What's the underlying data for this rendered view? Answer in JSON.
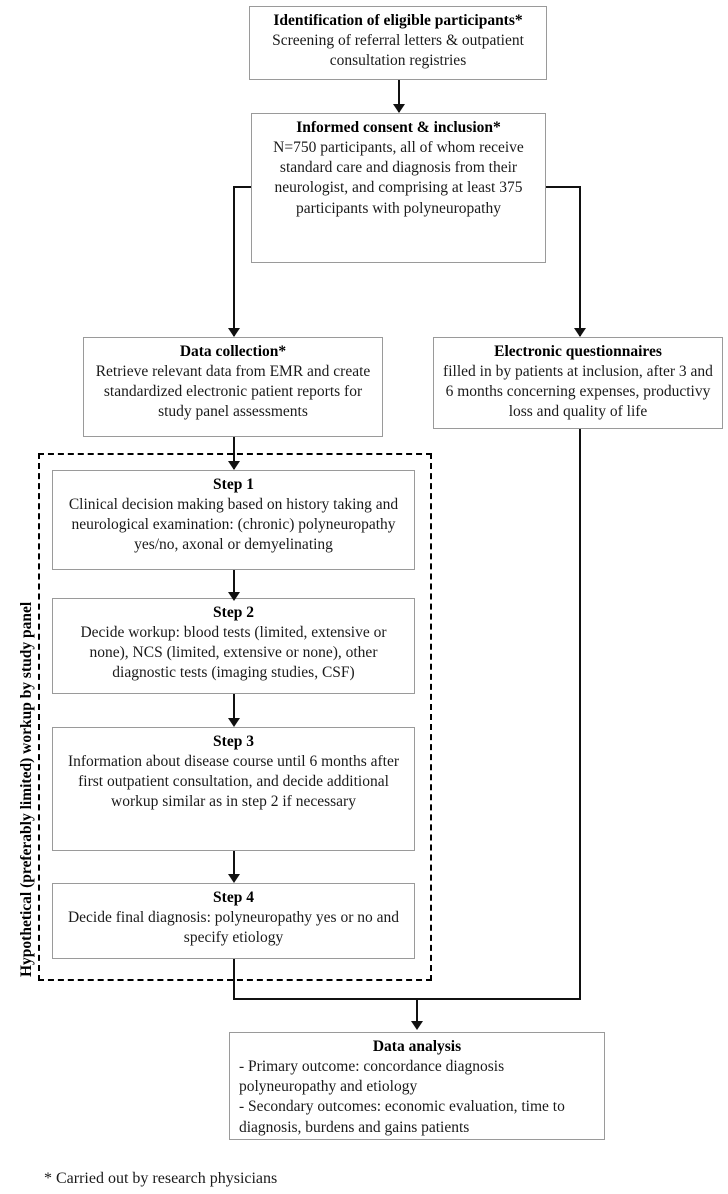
{
  "diagram": {
    "side_label": "Hypothetical (preferably limited) workup by study panel",
    "footnote": "* Carried out by research physicians",
    "colors": {
      "box_border": "#9a9a9a",
      "connector": "#111111",
      "dashed_border": "#000000",
      "background": "#ffffff",
      "text": "#1a1a1a"
    },
    "nodes": {
      "identification": {
        "title": "Identification of eligible participants*",
        "body": "Screening of referral letters & outpatient consultation registries"
      },
      "informed_consent": {
        "title": "Informed consent & inclusion*",
        "body": "N=750 participants, all of whom receive standard care and diagnosis from their neurologist, and comprising at least 375 participants with polyneuropathy"
      },
      "data_collection": {
        "title": "Data collection*",
        "body": "Retrieve relevant data from EMR and create standardized electronic patient reports for study panel assessments"
      },
      "electronic_questionnaires": {
        "title": "Electronic questionnaires",
        "body": "filled in by patients at inclusion, after 3 and 6 months concerning expenses, productivy loss and quality of life"
      },
      "step1": {
        "title": "Step 1",
        "body": "Clinical decision making based on history taking and neurological examination: (chronic) polyneuropathy yes/no, axonal or demyelinating"
      },
      "step2": {
        "title": "Step 2",
        "body": "Decide workup: blood tests (limited, extensive or none), NCS (limited, extensive or none), other diagnostic tests (imaging studies, CSF)"
      },
      "step3": {
        "title": "Step 3",
        "body": "Information about disease course until 6 months after first outpatient consultation, and decide additional workup similar as in step 2 if necessary"
      },
      "step4": {
        "title": "Step 4",
        "body": "Decide final diagnosis: polyneuropathy yes or no and specify etiology"
      },
      "data_analysis": {
        "title": "Data analysis",
        "line1": "- Primary outcome: concordance diagnosis polyneuropathy and etiology",
        "line2": "- Secondary outcomes: economic evaluation, time to diagnosis, burdens and gains patients"
      }
    }
  }
}
